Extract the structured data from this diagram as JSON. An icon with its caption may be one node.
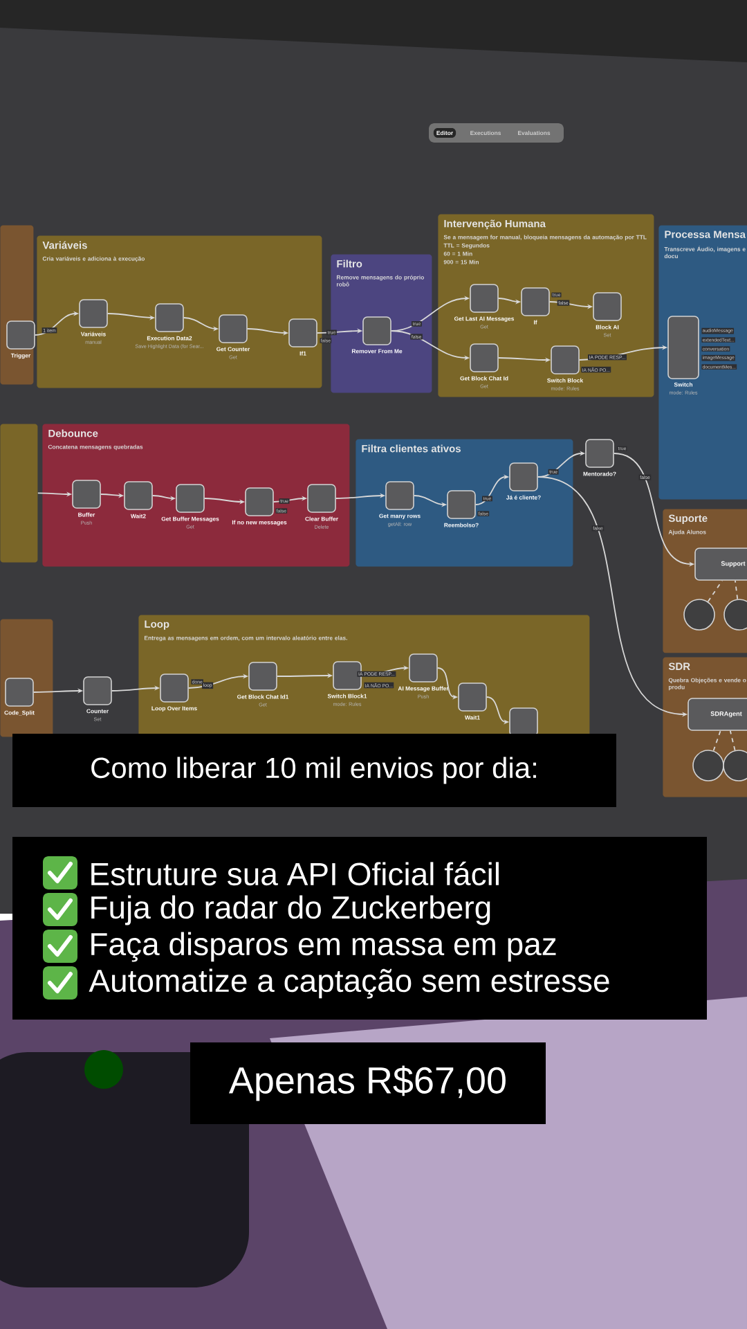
{
  "diagram": {
    "nodes": [
      {
        "text": [],
        "shape": "box"
      },
      {
        "text": [
          "Trigger"
        ],
        "in": 0
      },
      {
        "text": [
          "Variáveis",
          "Cria variáveis e adiciona à execução"
        ]
      },
      {
        "text": [
          "Variáveis",
          "manual"
        ],
        "in": 2
      },
      {
        "text": [
          "Execution Data2",
          "Save Highlight Data (for Sear..."
        ],
        "in": 2
      },
      {
        "text": [
          "Get Counter",
          "Get"
        ],
        "in": 2
      },
      {
        "text": [
          "If1"
        ],
        "in": 2,
        "beside": [
          "false"
        ]
      },
      {
        "text": [
          "Filtro",
          "Remove mensagens do próprio robô"
        ]
      },
      {
        "text": [
          "Remover From Me"
        ],
        "in": 7
      },
      {
        "text": [
          "Intervenção Humana",
          "Se a mensagem for manual, bloqueia mensagens da automação por TTL",
          "TTL = Segundos",
          "60 = 1 Min",
          "900 = 15 Min"
        ]
      },
      {
        "text": [
          "Get Last AI Messages",
          "Get"
        ],
        "in": 9
      },
      {
        "text": [
          "If"
        ],
        "in": 9,
        "beside": [
          "true"
        ]
      },
      {
        "text": [
          "Block AI",
          "Set"
        ],
        "in": 9
      },
      {
        "text": [
          "Get Block Chat Id",
          "Get"
        ],
        "in": 9
      },
      {
        "text": [
          "Switch Block",
          "mode: Rules"
        ],
        "in": 9,
        "beside": [
          "IA NÃO PO..."
        ]
      },
      {
        "text": [
          "Processa Mensa",
          "Transcreve Áudio, imagens e docu"
        ]
      },
      {
        "text": [
          "Switch",
          "mode: Rules"
        ],
        "in": 15,
        "beside": [
          "audioMessage",
          "extendedText...",
          "conversation",
          "imageMessage",
          "documentMes..."
        ]
      },
      {
        "text": [],
        "shape": "box"
      },
      {
        "text": [
          "Debounce",
          "Concatena mensagens quebradas"
        ]
      },
      {
        "text": [
          "Buffer",
          "Push"
        ],
        "in": 18
      },
      {
        "text": [
          "Wait2"
        ],
        "in": 18
      },
      {
        "text": [
          "Get Buffer Messages",
          "Get"
        ],
        "in": 18
      },
      {
        "text": [
          "If no new messages"
        ],
        "in": 18,
        "beside": [
          "false"
        ]
      },
      {
        "text": [
          "Clear Buffer",
          "Delete"
        ],
        "in": 18
      },
      {
        "text": [
          "Filtra clientes ativos"
        ]
      },
      {
        "text": [
          "Get many rows",
          "getAll: row"
        ],
        "in": 24
      },
      {
        "text": [
          "Reembolso?"
        ],
        "in": 24,
        "beside": [
          "false"
        ]
      },
      {
        "text": [
          "Já é cliente?"
        ],
        "in": 24
      },
      {
        "text": [
          "Mentorado?"
        ],
        "beside": [
          "true"
        ]
      },
      {
        "text": [
          "Suporte",
          "Ajuda Alunos"
        ]
      },
      {
        "text": [
          "Support"
        ],
        "in": 29
      },
      {
        "text": [],
        "shape": "circle",
        "in": 29
      },
      {
        "text": [],
        "shape": "circle",
        "in": 29
      },
      {
        "text": [
          "SDR",
          "Quebra Objeções e vende o produ"
        ]
      },
      {
        "text": [
          "SDRAgent"
        ],
        "in": 33
      },
      {
        "text": [],
        "shape": "circle",
        "in": 33
      },
      {
        "text": [],
        "shape": "circle",
        "in": 33
      },
      {
        "text": [],
        "shape": "box"
      },
      {
        "text": [
          "Code_Split"
        ],
        "in": 37
      },
      {
        "text": [
          "Counter",
          "Set"
        ]
      },
      {
        "text": [
          "Loop",
          "Entrega as mensagens em ordem, com um intervalo aleatório entre elas."
        ]
      },
      {
        "text": [
          "Loop Over Items"
        ],
        "in": 40,
        "beside": [
          "done"
        ]
      },
      {
        "text": [
          "Get Block Chat Id1",
          "Get"
        ],
        "in": 40
      },
      {
        "text": [
          "Switch Block1",
          "mode: Rules"
        ],
        "in": 40,
        "beside": [
          "IA NÃO PO..."
        ]
      },
      {
        "text": [
          "AI Message Buffer",
          "Push"
        ],
        "in": 40
      },
      {
        "text": [
          "Wait1"
        ],
        "in": 40
      },
      {
        "text": [],
        "shape": "box",
        "in": 40
      }
    ],
    "edges": [
      {
        "from": 1,
        "to": 3,
        "arrow": "to",
        "label": "1 item"
      },
      {
        "from": 3,
        "to": 4,
        "arrow": "to"
      },
      {
        "from": 4,
        "to": 5,
        "arrow": "to"
      },
      {
        "from": 5,
        "to": 6,
        "arrow": "to"
      },
      {
        "from": 6,
        "to": 8,
        "arrow": "to",
        "label": "true"
      },
      {
        "from": 8,
        "to": 10,
        "arrow": "to",
        "label": "true"
      },
      {
        "from": 8,
        "to": 13,
        "arrow": "to",
        "label": "false"
      },
      {
        "from": 10,
        "to": 11,
        "arrow": "to"
      },
      {
        "from": 11,
        "to": 12,
        "arrow": "to",
        "label": "false"
      },
      {
        "from": 13,
        "to": 14,
        "arrow": "to"
      },
      {
        "from": 14,
        "to": 16,
        "arrow": "to",
        "label": "IA PODE RESP..."
      },
      {
        "from": 17,
        "to": 19,
        "arrow": "to"
      },
      {
        "from": 19,
        "to": 20,
        "arrow": "to"
      },
      {
        "from": 20,
        "to": 21,
        "arrow": "to"
      },
      {
        "from": 21,
        "to": 22,
        "arrow": "to"
      },
      {
        "from": 22,
        "to": 23,
        "arrow": "to",
        "label": "true"
      },
      {
        "from": 23,
        "to": 25,
        "arrow": "to"
      },
      {
        "from": 25,
        "to": 26,
        "arrow": "to"
      },
      {
        "from": 26,
        "to": 27,
        "arrow": "to",
        "label": "true"
      },
      {
        "from": 27,
        "to": 28,
        "arrow": "to",
        "label": "true"
      },
      {
        "from": 28,
        "to": 30,
        "arrow": "to",
        "label": "false"
      },
      {
        "from": 27,
        "to": 34,
        "arrow": "to",
        "label": "false"
      },
      {
        "from": 31,
        "to": 30,
        "arrow": "none",
        "style": "dashed"
      },
      {
        "from": 32,
        "to": 30,
        "arrow": "none",
        "style": "dashed"
      },
      {
        "from": 35,
        "to": 34,
        "arrow": "none",
        "style": "dashed"
      },
      {
        "from": 36,
        "to": 34,
        "arrow": "none",
        "style": "dashed"
      },
      {
        "from": 38,
        "to": 39,
        "arrow": "to"
      },
      {
        "from": 39,
        "to": 41,
        "arrow": "to"
      },
      {
        "from": 41,
        "to": 42,
        "arrow": "to",
        "label": "loop"
      },
      {
        "from": 42,
        "to": 43,
        "arrow": "to"
      },
      {
        "from": 43,
        "to": 44,
        "arrow": "to",
        "label": "IA PODE RESP..."
      },
      {
        "from": 44,
        "to": 45,
        "arrow": "to"
      },
      {
        "from": 45,
        "to": 46,
        "arrow": "to"
      }
    ],
    "labels": [
      "Editor",
      "Executions",
      "Evaluations",
      "Como liberar 10 mil envios por dia:",
      "Estruture sua API Oficial fácil",
      "Fuja do radar do Zuckerberg",
      "Faça disparos em massa em paz",
      "Automatize a captação sem estresse",
      "Apenas R$67,00"
    ]
  }
}
